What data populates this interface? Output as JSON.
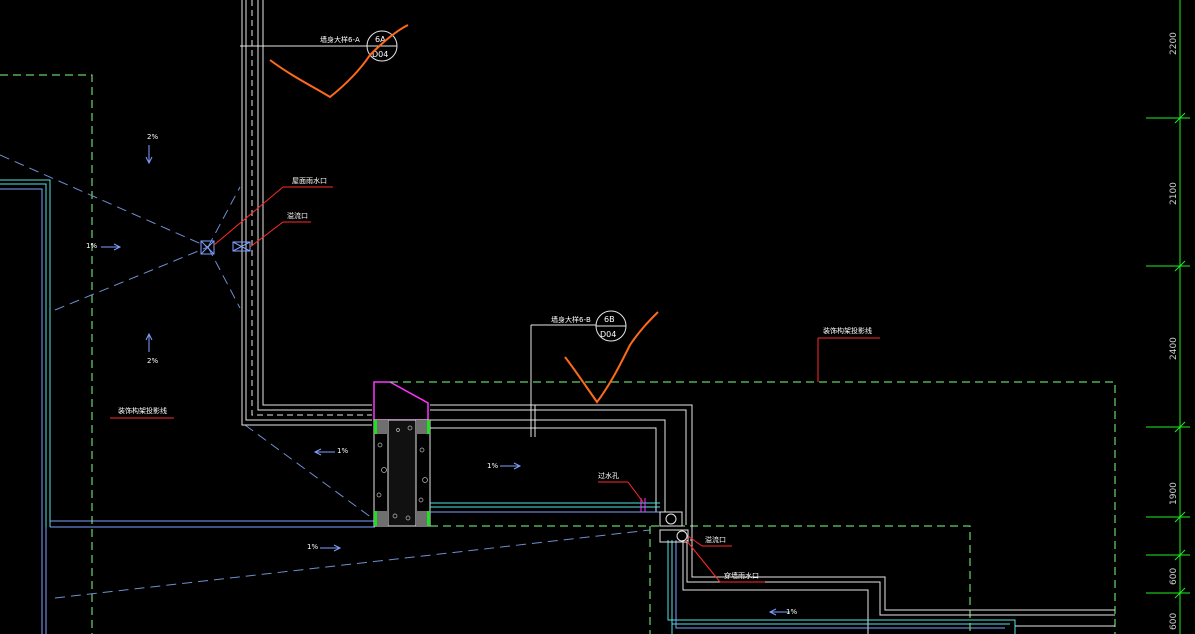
{
  "colors": {
    "background": "#000000",
    "wall_white": "#e6e6e6",
    "pipe_cyan": "#4fe3e3",
    "pipe_blue": "#7f9fff",
    "dash_green": "#7fff7f",
    "dash_blue": "#6f8fd0",
    "leader_red": "#ff2a2a",
    "sketch_orange": "#ff6a1a",
    "parapet_magenta": "#ff33ff",
    "dim_green": "#22ee22",
    "label_white": "#ffffff"
  },
  "labels": {
    "callout_a_text": "墙身大样6-A",
    "callout_a_top": "6A",
    "callout_a_bottom": "D04",
    "callout_b_text": "墙身大样6-B",
    "callout_b_top": "6B",
    "callout_b_bottom": "D04",
    "roof_drain": "屋面雨水口",
    "overflow_1": "溢流口",
    "overflow_2": "溢流口",
    "through_hole": "过水孔",
    "side_drain": "穿墙雨水口",
    "outline_1": "装饰构架投影线",
    "outline_2": "装饰构架投影线"
  },
  "slopes": {
    "s1": "2%",
    "s2": "1%",
    "s3": "2%",
    "s4": "1%",
    "s5": "1%",
    "s6": "1%",
    "s7": "1%"
  },
  "dimensions": [
    "2200",
    "2100",
    "2400",
    "1900",
    "600",
    "600"
  ]
}
